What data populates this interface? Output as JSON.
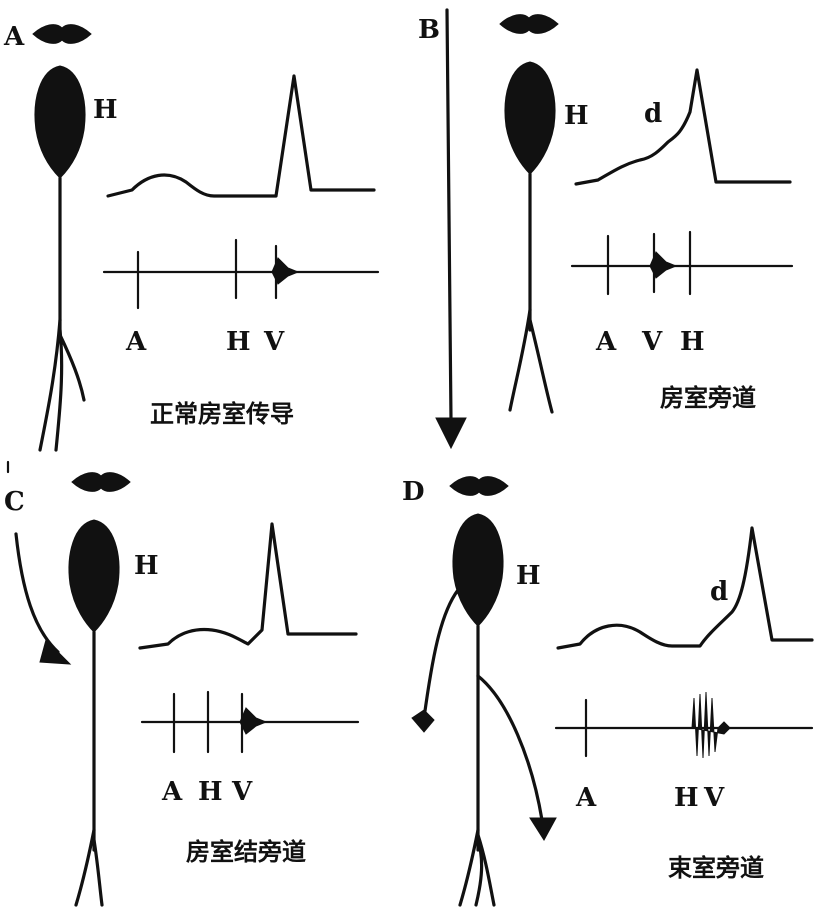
{
  "colors": {
    "ink": "#111111",
    "background": "#ffffff"
  },
  "panels": [
    {
      "key": "A",
      "panel_label": "A",
      "his_label": "H",
      "delta_label": "",
      "egm_labels": [
        "A",
        "H",
        "V"
      ],
      "caption": "正常房室传导"
    },
    {
      "key": "B",
      "panel_label": "B",
      "his_label": "H",
      "delta_label": "d",
      "egm_labels": [
        "A",
        "V",
        "H"
      ],
      "caption": "房室旁道"
    },
    {
      "key": "C",
      "panel_label": "C",
      "his_label": "H",
      "delta_label": "",
      "egm_labels": [
        "A",
        "H",
        "V"
      ],
      "caption": "房室结旁道"
    },
    {
      "key": "D",
      "panel_label": "D",
      "his_label": "H",
      "delta_label": "d",
      "egm_labels": [
        "A",
        "H",
        "V"
      ],
      "caption": "束室旁道"
    }
  ]
}
